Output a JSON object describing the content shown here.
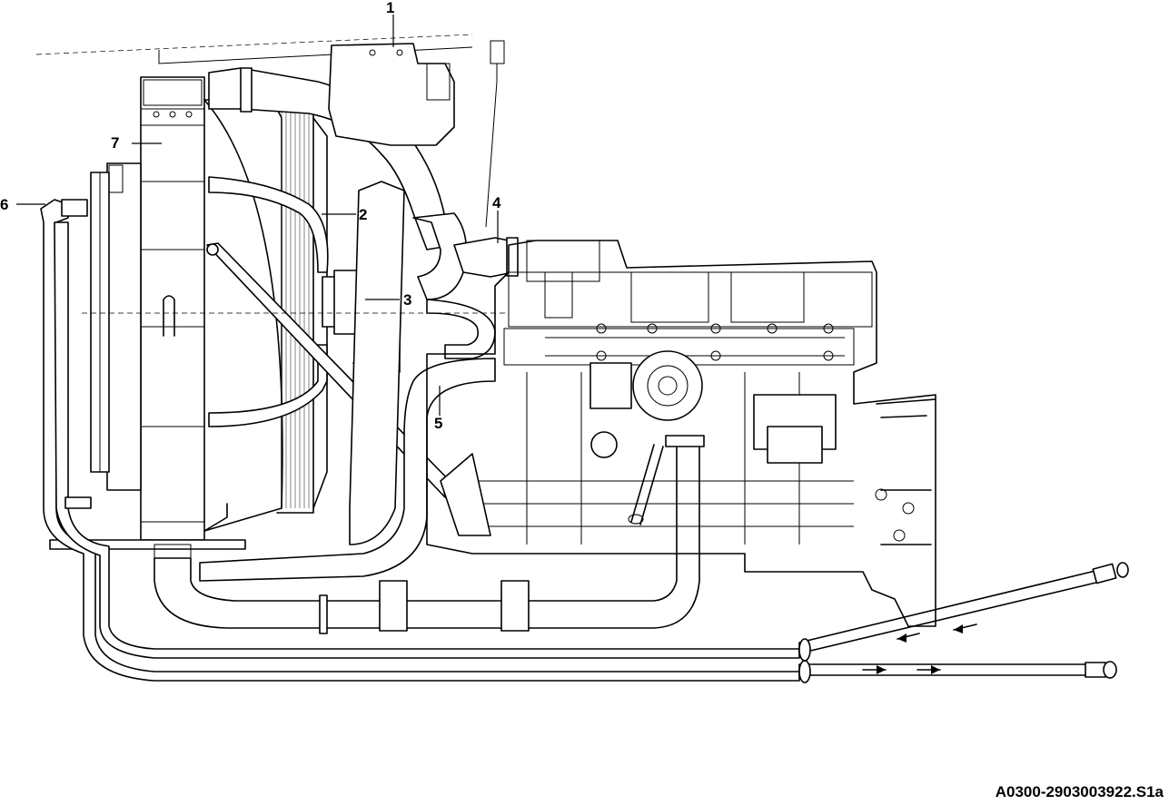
{
  "callouts": [
    {
      "num": "1",
      "part": "charge-air-outlet-pipe-upper"
    },
    {
      "num": "2",
      "part": "coolant-hose"
    },
    {
      "num": "3",
      "part": "fan-drive-bracket"
    },
    {
      "num": "4",
      "part": "turbo-outlet-connection"
    },
    {
      "num": "5",
      "part": "charge-air-inlet-pipe"
    },
    {
      "num": "6",
      "part": "oil-line-connector"
    },
    {
      "num": "7",
      "part": "radiator-assembly"
    }
  ],
  "figure_ref": "A0300-2903003922.S1a"
}
